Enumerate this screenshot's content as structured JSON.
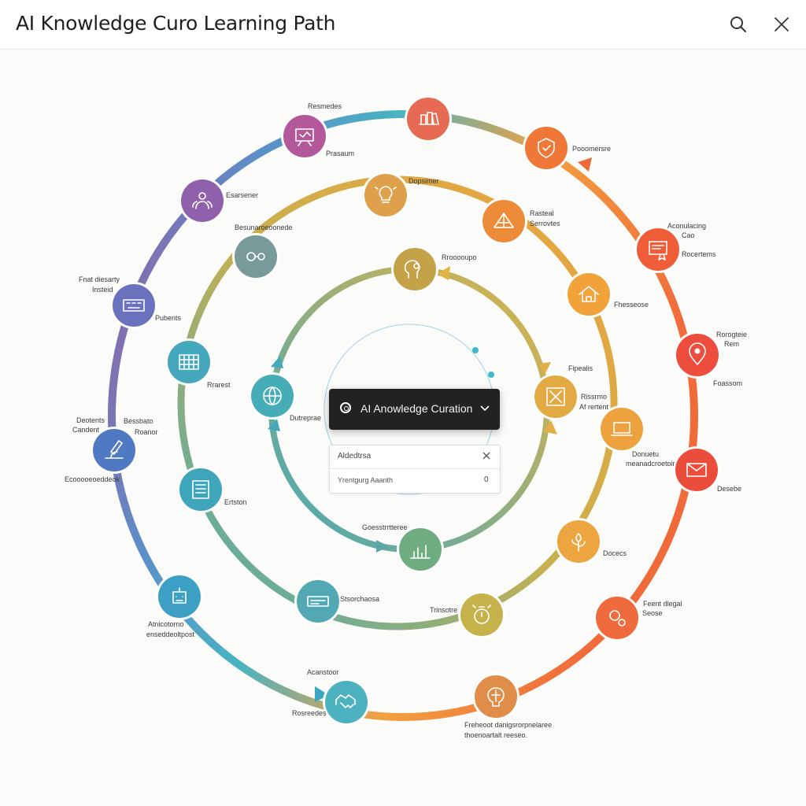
{
  "header": {
    "title": "AI Knowledge Curo Learning Path",
    "search_icon": "search-icon",
    "close_icon": "close-icon"
  },
  "dropdown": {
    "label": "AI Anowledge Curation",
    "icon": "target-icon",
    "chevron": "chevron-down-icon"
  },
  "panel": {
    "field_value": "Aldedtrsa",
    "row_text": "Yrentgurg Aaanth",
    "row_value": "0"
  },
  "colors": {
    "outer_start": "#a0569c",
    "outer_mid": "#5b8fc9",
    "outer_end": "#f06a3a",
    "middle_start": "#f0a23c",
    "middle_end": "#44aab8",
    "inner_start": "#e0b446",
    "inner_end": "#46a8b8"
  },
  "outer_ring": [
    {
      "icon": "presentation-icon",
      "color": "#b3589a",
      "label": [
        "Resmedes",
        "Prasaum"
      ]
    },
    {
      "icon": "books-icon",
      "color": "#e66b52",
      "label": []
    },
    {
      "icon": "badge-icon",
      "color": "#ef7838",
      "label": [
        "Pooomersre"
      ]
    },
    {
      "icon": "certificate-icon",
      "color": "#ef5d39",
      "label": [
        "Aconulacing",
        "Cao",
        "Rocertems"
      ]
    },
    {
      "icon": "location-pin-icon",
      "color": "#ec4d3c",
      "label": [
        "Rorogteie",
        "Rem",
        "Foassom"
      ]
    },
    {
      "icon": "envelope-icon",
      "color": "#eb4d3d",
      "label": [
        "Desebe"
      ]
    },
    {
      "icon": "gears-icon",
      "color": "#ef6a3c",
      "label": [
        "Feent dlegal",
        "Seose"
      ]
    },
    {
      "icon": "brain-icon",
      "color": "#df8d48",
      "label": [
        "Freheoot danigsrorpnelaree",
        "thoenoartalt reeseo."
      ]
    },
    {
      "icon": "handshake-icon",
      "color": "#4cb2c0",
      "label": [
        "Acanstoor",
        "Rosreedes"
      ]
    },
    {
      "icon": "robot-icon",
      "color": "#3e9fc5",
      "label": [
        "Atnicotorno",
        "enseddeoltpost"
      ]
    },
    {
      "icon": "microscope-icon",
      "color": "#4f79c3",
      "label": [
        "Deotents",
        "Candent",
        "Bessbato",
        "Roanor",
        "Ecooooeoeddeok"
      ]
    },
    {
      "icon": "keyboard-icon",
      "color": "#6a71bd",
      "label": [
        "Fnat diesarty",
        "Insteid",
        "Pubents"
      ]
    },
    {
      "icon": "team-icon",
      "color": "#8f60ab",
      "label": [
        "Esarsener"
      ]
    }
  ],
  "middle_ring": [
    {
      "icon": "lightbulb-icon",
      "color": "#dea04a",
      "label": [
        "Dopsimer"
      ]
    },
    {
      "icon": "web-icon",
      "color": "#ec8c38",
      "label": [
        "Rasteal",
        "Serrovtes"
      ]
    },
    {
      "icon": "house-icon",
      "color": "#f1a23a",
      "label": [
        "Fhesseose"
      ]
    },
    {
      "icon": "laptop-icon",
      "color": "#eda23f",
      "label": [
        "Donuetu",
        "meanadcroetoir"
      ]
    },
    {
      "icon": "flower-icon",
      "color": "#eda63f",
      "label": [
        "Docecs"
      ]
    },
    {
      "icon": "timer-icon",
      "color": "#c6b24a",
      "label": [
        "Trinsotre"
      ]
    },
    {
      "icon": "hat-icon",
      "color": "#52a9b3",
      "label": [
        "Stsorchaosa"
      ]
    },
    {
      "icon": "checklist-icon",
      "color": "#3fa5ba",
      "label": [
        "Ertston"
      ]
    },
    {
      "icon": "grid-icon",
      "color": "#44a7bb",
      "label": [
        "Rrarest"
      ]
    },
    {
      "icon": "molecule-icon",
      "color": "#789a9b",
      "label": [
        "Besunaroeoonede"
      ]
    }
  ],
  "inner_ring": [
    {
      "icon": "gear-head-icon",
      "color": "#c4a348",
      "label": [
        "Rrooooupo"
      ]
    },
    {
      "icon": "design-icon",
      "color": "#e3aa44",
      "label": [
        "Fipealis",
        "Rissrmo",
        "Af rertent"
      ]
    },
    {
      "icon": "bar-chart-icon",
      "color": "#6fad80",
      "label": [
        "Goesstrrtteree"
      ]
    },
    {
      "icon": "globe-icon",
      "color": "#46acb6",
      "label": [
        "Dutreprae"
      ]
    }
  ]
}
